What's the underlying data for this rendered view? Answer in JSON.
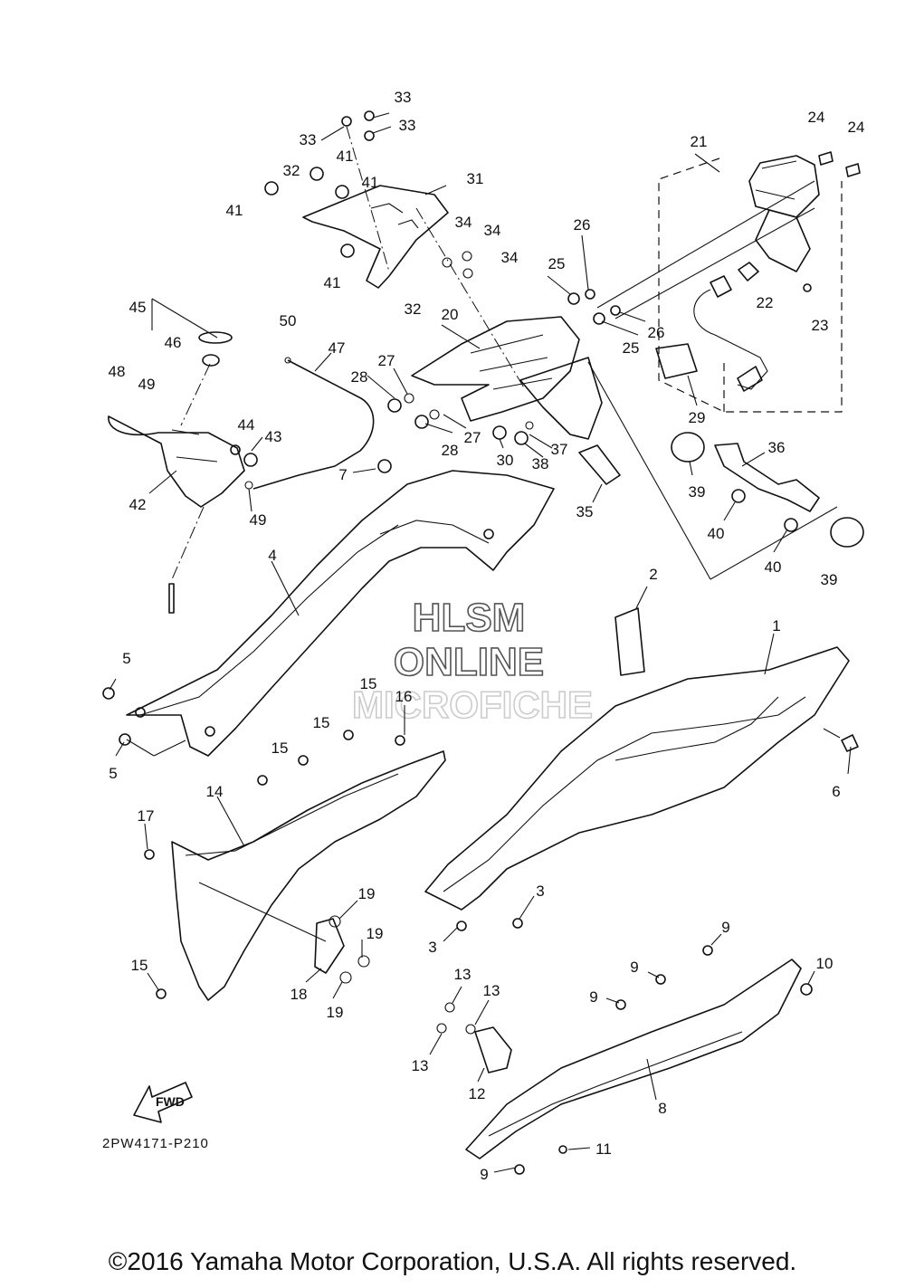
{
  "diagram": {
    "code": "2PW4171-P210",
    "copyright": "©2016 Yamaha Motor Corporation, U.S.A. All rights reserved.",
    "fwd": "FWD",
    "watermark": [
      "HLSM",
      "ONLINE",
      "MICROFICHE"
    ]
  },
  "callouts": [
    {
      "n": "33"
    },
    {
      "n": "33"
    },
    {
      "n": "33"
    },
    {
      "n": "41"
    },
    {
      "n": "41"
    },
    {
      "n": "41"
    },
    {
      "n": "41"
    },
    {
      "n": "32"
    },
    {
      "n": "32"
    },
    {
      "n": "31"
    },
    {
      "n": "34"
    },
    {
      "n": "34"
    },
    {
      "n": "34"
    },
    {
      "n": "21"
    },
    {
      "n": "24"
    },
    {
      "n": "24"
    },
    {
      "n": "25"
    },
    {
      "n": "26"
    },
    {
      "n": "25"
    },
    {
      "n": "26"
    },
    {
      "n": "22"
    },
    {
      "n": "23"
    },
    {
      "n": "45"
    },
    {
      "n": "46"
    },
    {
      "n": "50"
    },
    {
      "n": "47"
    },
    {
      "n": "20"
    },
    {
      "n": "48"
    },
    {
      "n": "49"
    },
    {
      "n": "27"
    },
    {
      "n": "28"
    },
    {
      "n": "27"
    },
    {
      "n": "28"
    },
    {
      "n": "29"
    },
    {
      "n": "44"
    },
    {
      "n": "43"
    },
    {
      "n": "30"
    },
    {
      "n": "37"
    },
    {
      "n": "38"
    },
    {
      "n": "36"
    },
    {
      "n": "7"
    },
    {
      "n": "39"
    },
    {
      "n": "42"
    },
    {
      "n": "49"
    },
    {
      "n": "35"
    },
    {
      "n": "40"
    },
    {
      "n": "40"
    },
    {
      "n": "39"
    },
    {
      "n": "4"
    },
    {
      "n": "2"
    },
    {
      "n": "1"
    },
    {
      "n": "5"
    },
    {
      "n": "15"
    },
    {
      "n": "16"
    },
    {
      "n": "15"
    },
    {
      "n": "5"
    },
    {
      "n": "15"
    },
    {
      "n": "6"
    },
    {
      "n": "14"
    },
    {
      "n": "17"
    },
    {
      "n": "3"
    },
    {
      "n": "3"
    },
    {
      "n": "19"
    },
    {
      "n": "19"
    },
    {
      "n": "9"
    },
    {
      "n": "15"
    },
    {
      "n": "18"
    },
    {
      "n": "19"
    },
    {
      "n": "13"
    },
    {
      "n": "9"
    },
    {
      "n": "10"
    },
    {
      "n": "13"
    },
    {
      "n": "9"
    },
    {
      "n": "13"
    },
    {
      "n": "12"
    },
    {
      "n": "8"
    },
    {
      "n": "11"
    },
    {
      "n": "9"
    }
  ]
}
